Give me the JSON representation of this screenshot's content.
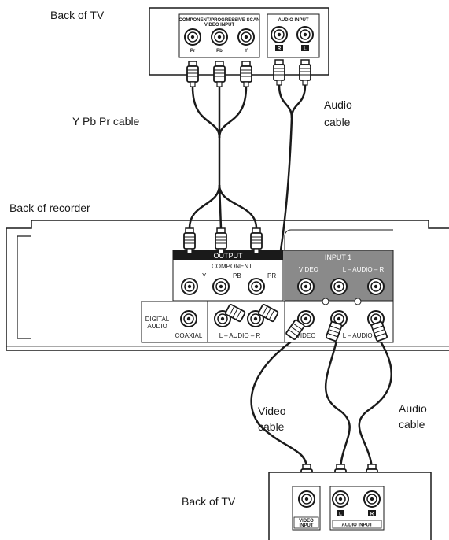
{
  "labels": {
    "back_of_tv_top": "Back of TV",
    "back_of_tv_bottom": "Back of TV",
    "back_of_recorder": "Back of recorder",
    "ypbpr_cable": "Y Pb Pr cable",
    "audio_cable_top_1": "Audio",
    "audio_cable_top_2": "cable",
    "video_cable_1": "Video",
    "video_cable_2": "cable",
    "audio_cable_bottom_1": "Audio",
    "audio_cable_bottom_2": "cable"
  },
  "tv_top": {
    "component_box_1": "COMPONENT/PROGRESSIVE SCAN",
    "component_box_2": "VIDEO INPUT",
    "jack_pr": "Pr",
    "jack_pb": "Pb",
    "jack_y": "Y",
    "audio_box": "AUDIO INPUT",
    "audio_r": "R",
    "audio_l": "L"
  },
  "recorder": {
    "output_title": "OUTPUT",
    "component": "COMPONENT",
    "jack_y": "Y",
    "jack_pb": "PB",
    "jack_pr": "PR",
    "input1_title": "INPUT 1",
    "input1_video": "VIDEO",
    "input1_audio": "L – AUDIO – R",
    "digital_audio_1": "DIGITAL",
    "digital_audio_2": "AUDIO",
    "coaxial": "COAXIAL",
    "out_audio": "L – AUDIO – R",
    "in_video": "VIDEO",
    "in_audio": "L – AUDIO – R"
  },
  "tv_bottom": {
    "video_input_1": "VIDEO",
    "video_input_2": "INPUT",
    "audio_input": "AUDIO INPUT",
    "audio_l": "L",
    "audio_r": "R"
  }
}
